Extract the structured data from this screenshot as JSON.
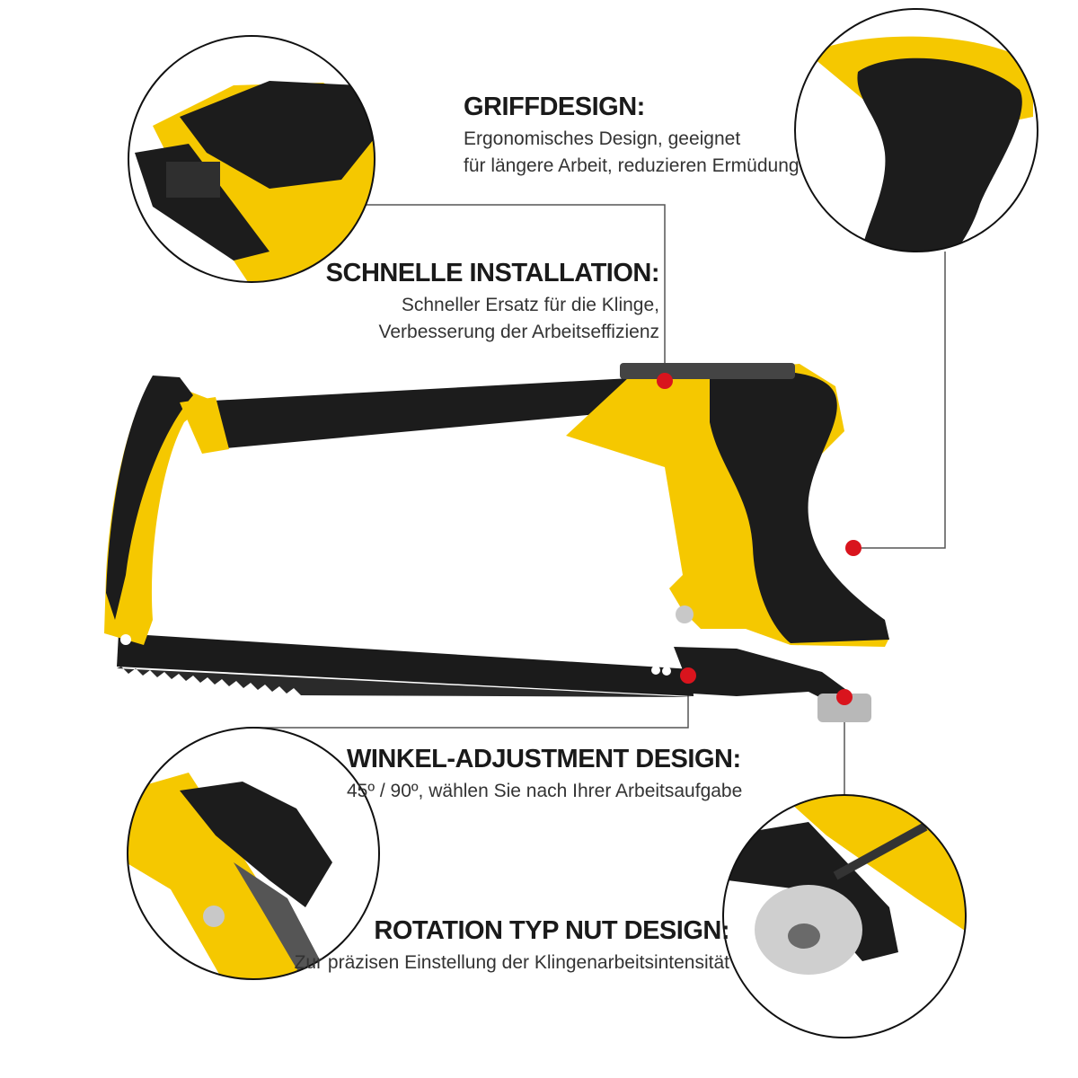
{
  "features": {
    "grip": {
      "title": "GRIFFDESIGN:",
      "line1": "Ergonomisches Design, geeignet",
      "line2": "für längere Arbeit, reduzieren Ermüdung"
    },
    "install": {
      "title": "SCHNELLE INSTALLATION:",
      "line1": "Schneller Ersatz für die Klinge,",
      "line2": "Verbesserung der Arbeitseffizienz"
    },
    "angle": {
      "title": "WINKEL-ADJUSTMENT DESIGN:",
      "line1": "45º / 90º, wählen Sie nach Ihrer Arbeitsaufgabe"
    },
    "rotation": {
      "title": "ROTATION TYP NUT DESIGN:",
      "line1": "Zur präzisen Einstellung der Klingenarbeitsintensität"
    }
  },
  "colors": {
    "frame_yellow": "#f5c800",
    "frame_black": "#1c1c1c",
    "marker_red": "#d9141d",
    "leader_line": "#444444"
  }
}
